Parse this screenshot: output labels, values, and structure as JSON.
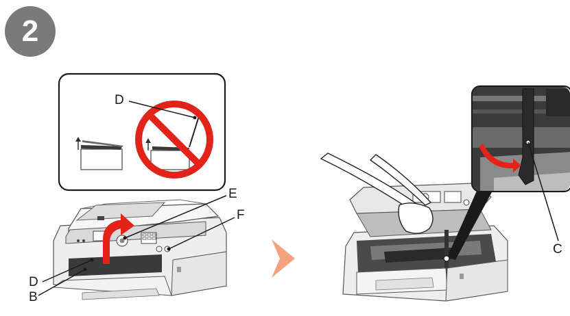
{
  "step": {
    "number": "2"
  },
  "inset_left": {
    "label_d": "D"
  },
  "printer_left": {
    "label_d": "D",
    "label_b": "B",
    "label_e": "E",
    "label_f": "F"
  },
  "printer_right": {
    "label_c": "C"
  },
  "icons": {
    "arrow": "next-arrow-icon",
    "prohibited": "prohibited-icon"
  },
  "colors": {
    "badge": "#7a7a7a",
    "arrow": "#f4a27e",
    "prohibit": "#e2231a",
    "lift_arrow": "#e2231a"
  }
}
